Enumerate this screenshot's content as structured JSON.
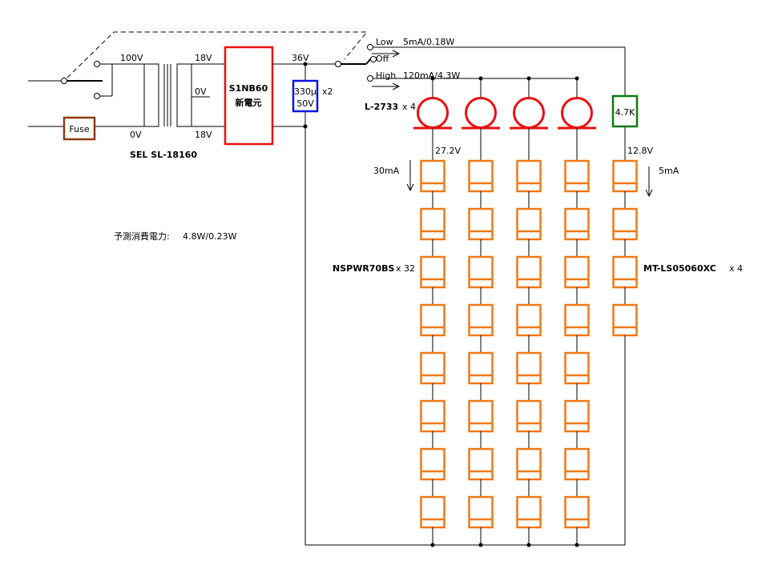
{
  "colors": {
    "led_outline": "#f07818",
    "lamp_and_rectifier": "#e81010",
    "capacitor": "#1010e0",
    "resistor": "#107810",
    "fuse": "#8b3a10",
    "wire": "#000000"
  },
  "transformer": {
    "input_voltage": "100V",
    "out_top": "18V",
    "out_mid": "0V",
    "out_bottom": "18V",
    "in_bottom": "0V",
    "model": "SEL SL-18160"
  },
  "fuse": {
    "label": "Fuse"
  },
  "rectifier": {
    "line1": "S1NB60",
    "line2": "新電元"
  },
  "capacitor": {
    "line1": "330μ",
    "line2": "50V",
    "count": "x2"
  },
  "dc_voltage": "36V",
  "switch": {
    "low": "Low",
    "off": "Off",
    "high": "High",
    "low_current": "5mA/0.18W",
    "high_current": "120mA/4.3W"
  },
  "lamps": {
    "part": "L-2733",
    "count": "x 4"
  },
  "resistor": {
    "value": "4.7K"
  },
  "voltages": {
    "led_string": "27.2V",
    "indicator_string": "12.8V"
  },
  "currents": {
    "led_string": "30mA",
    "indicator_string": "5mA"
  },
  "led_main": {
    "part": "NSPWR70BS",
    "count": "x 32"
  },
  "led_indicator": {
    "part": "MT-LS05060XC",
    "count": "x 4"
  },
  "power_note": {
    "label": "予測消費電力:",
    "value": "4.8W/0.23W"
  }
}
